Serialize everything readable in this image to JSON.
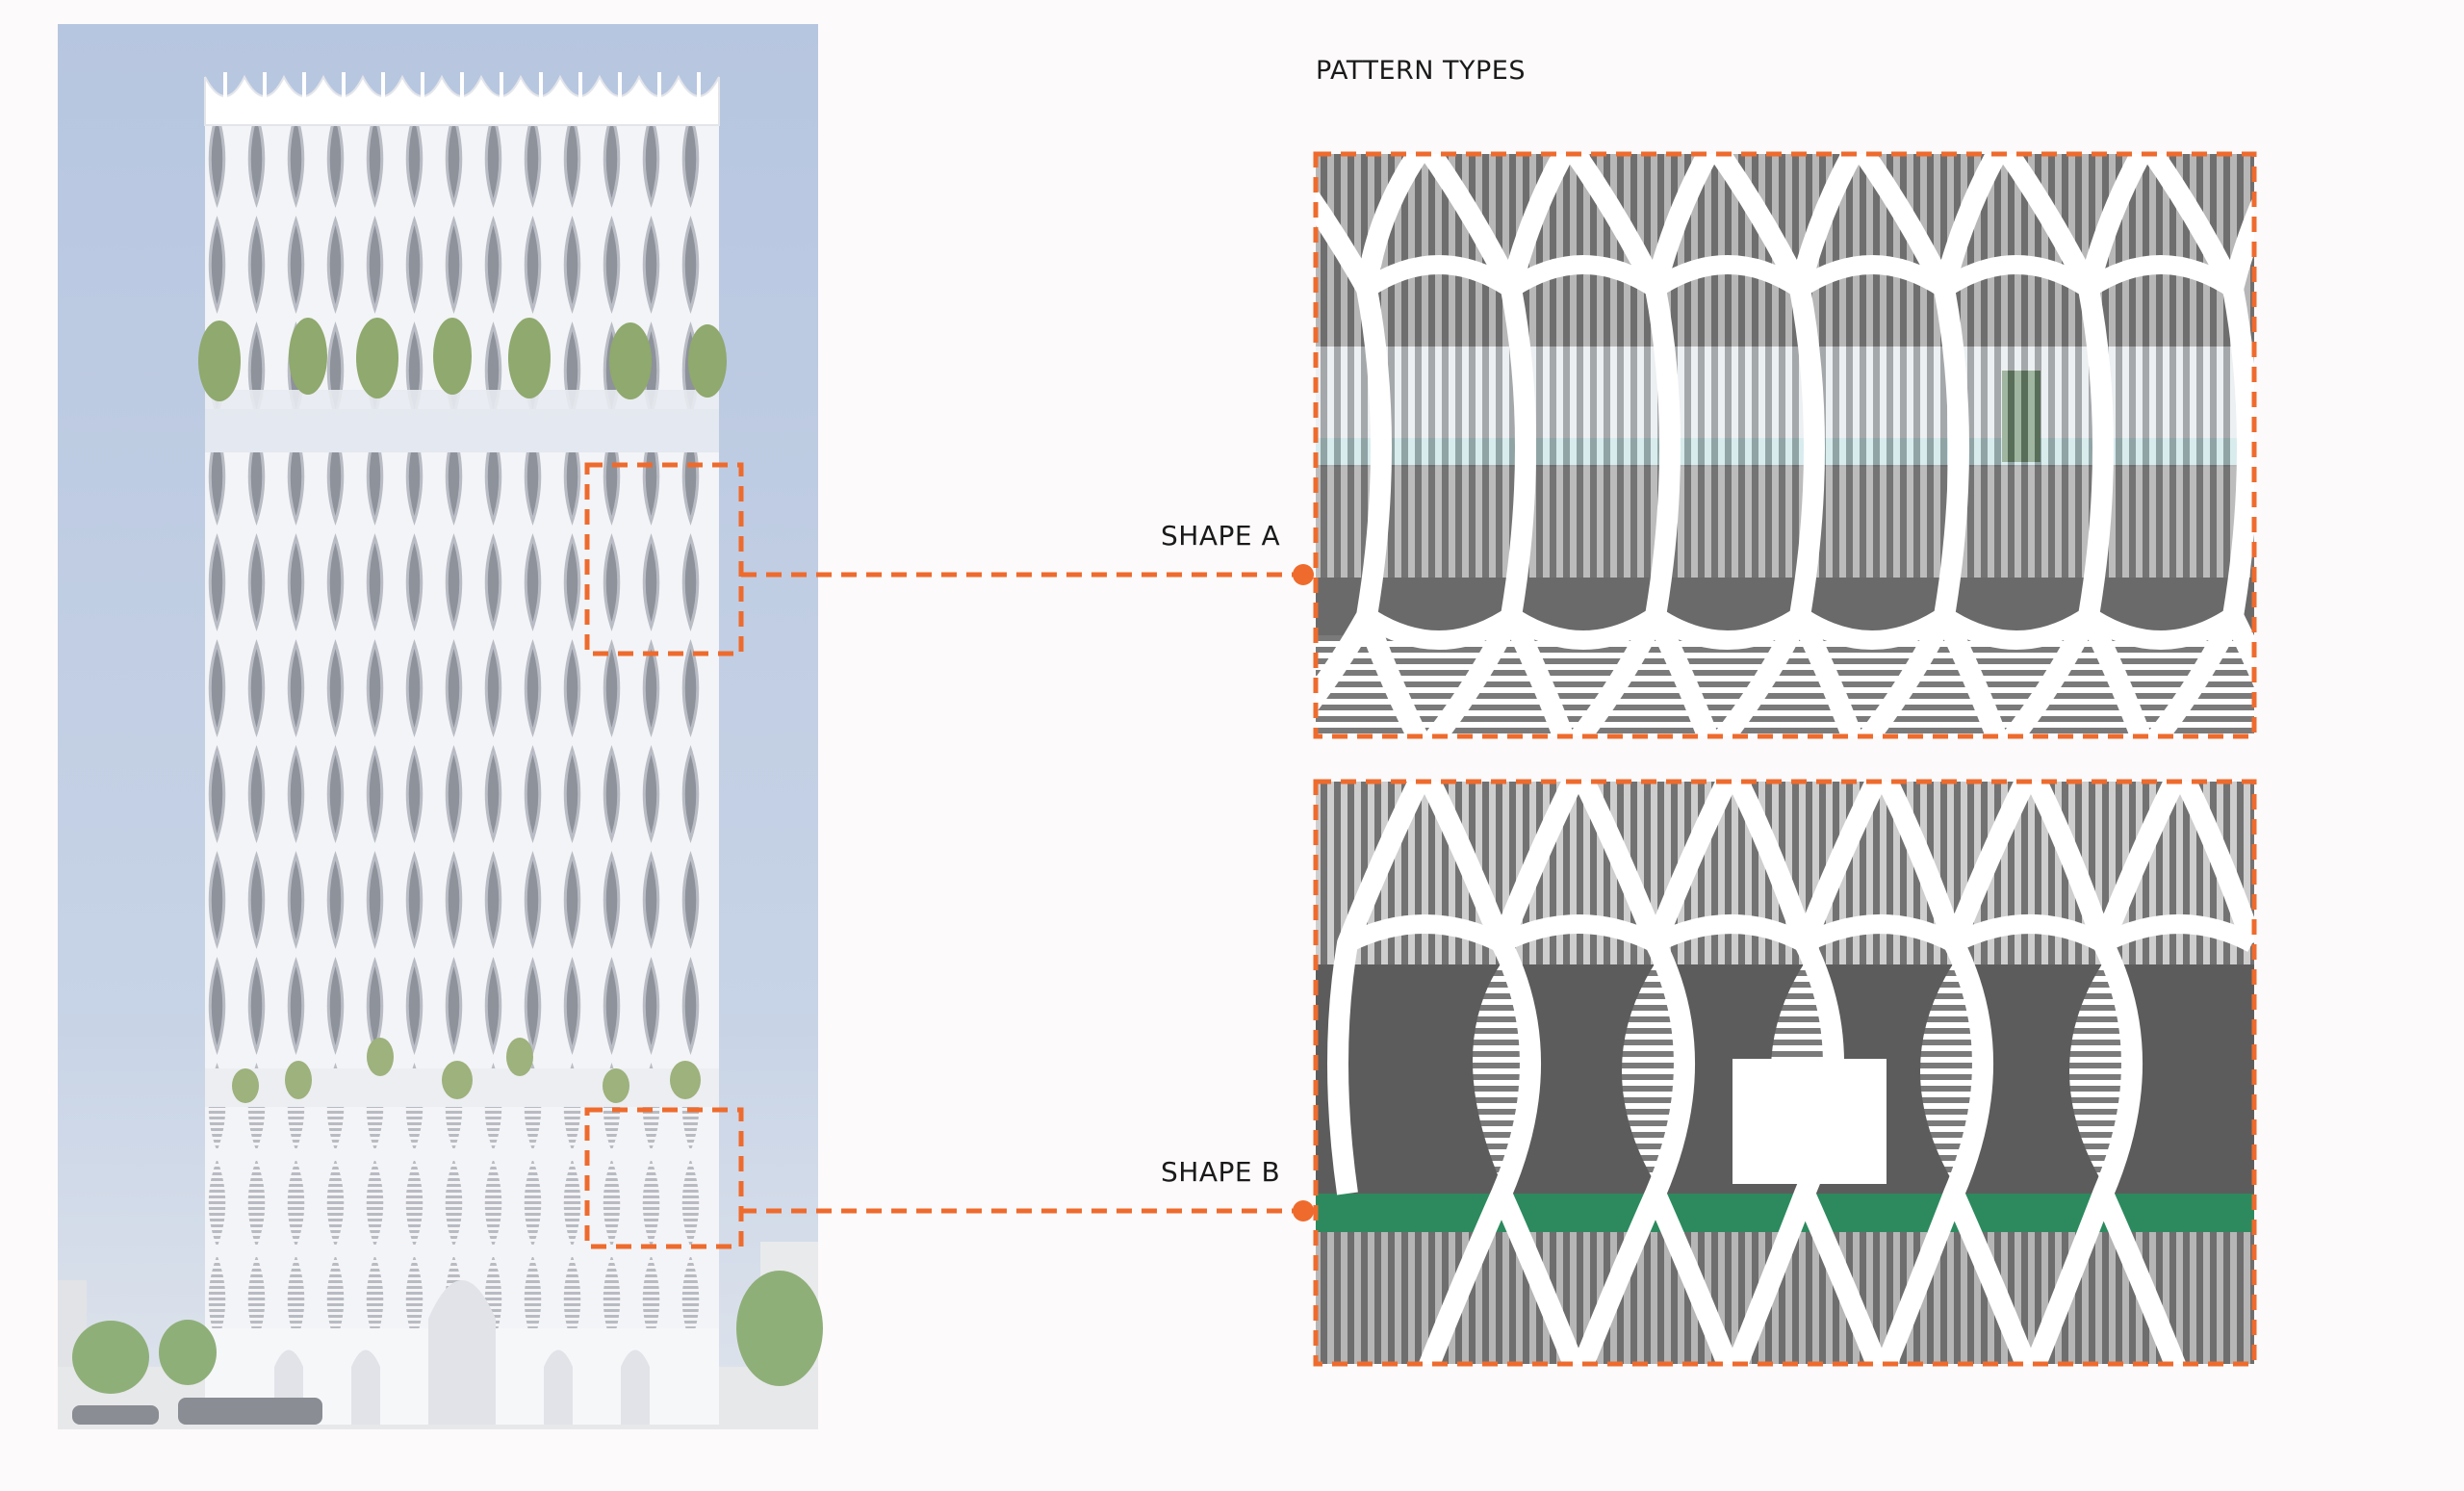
{
  "title": "PATTERN TYPES",
  "callouts": [
    {
      "id": "a",
      "label": "SHAPE A"
    },
    {
      "id": "b",
      "label": "SHAPE B"
    }
  ],
  "colors": {
    "accent": "#ee6b2d",
    "sky": "#b9c9e2",
    "facade": "#ffffff",
    "glass": "#5e5e5e",
    "slat": "#8f8f8f",
    "canvas": "#fcfafb"
  }
}
